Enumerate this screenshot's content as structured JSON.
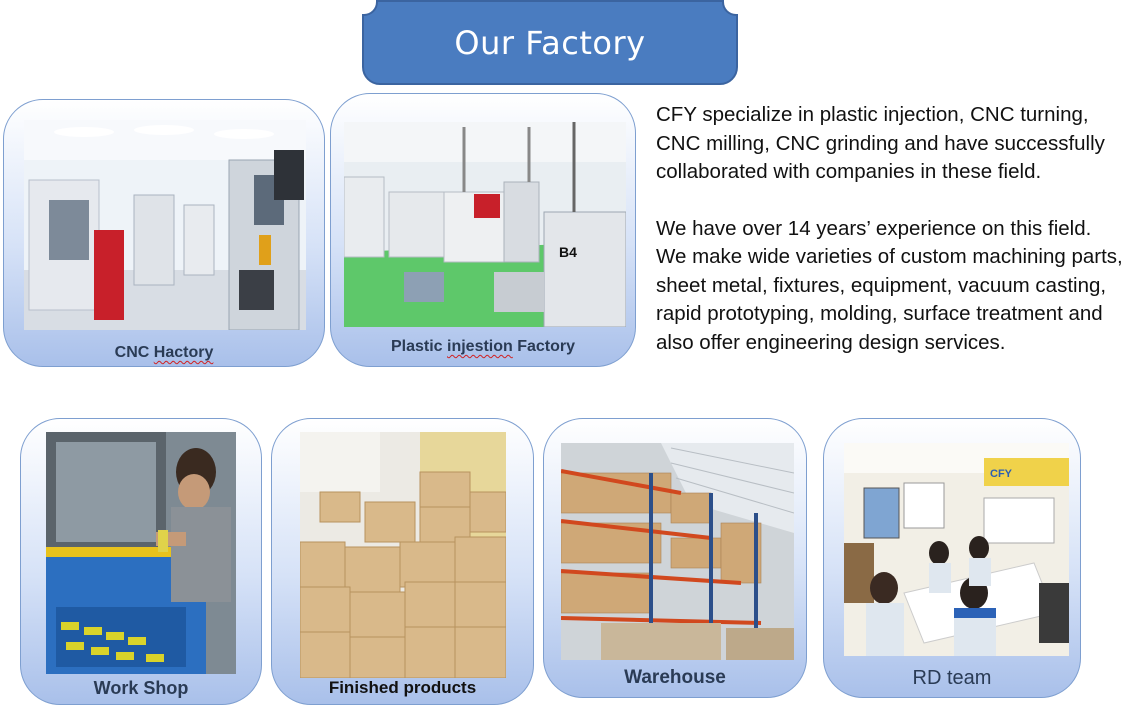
{
  "title": "Our Factory",
  "description": {
    "paragraph1": "CFY specialize in plastic injection, CNC turning, CNC milling, CNC grinding and have successfully collaborated with companies in these field.",
    "paragraph2": "We have over 14 years’ experience on this field. We make wide varieties of custom machining parts, sheet metal, fixtures, equipment, vacuum casting, rapid prototyping, molding, surface treatment and also offer engineering design services."
  },
  "cards": {
    "cnc": {
      "caption_a": "CNC ",
      "caption_b": "Hactory"
    },
    "plastic": {
      "caption_a": "Plastic ",
      "caption_b": "injestion",
      "caption_c": " Factory"
    },
    "workshop": {
      "caption": "Work Shop"
    },
    "finished": {
      "caption": "Finished products"
    },
    "warehouse": {
      "caption": "Warehouse"
    },
    "rd": {
      "caption": "RD team"
    }
  },
  "photo_text": {
    "machine_label": "B4",
    "banner_brand": "CFY"
  },
  "colors": {
    "banner": "#4a7cc0",
    "card_border": "#7e9fd0",
    "caption": "#2a3b55"
  }
}
